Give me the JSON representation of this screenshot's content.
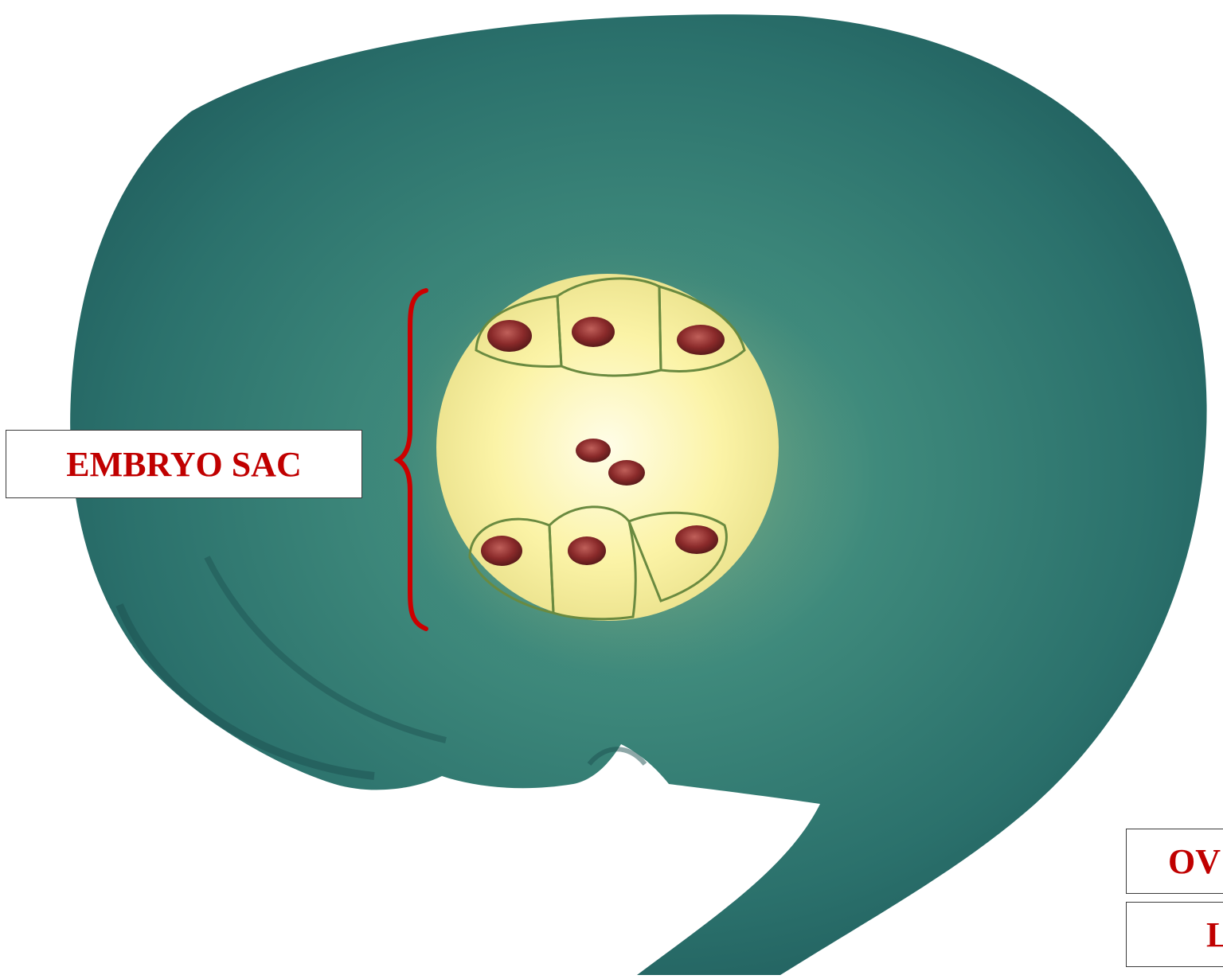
{
  "labels": {
    "embryo_sac": "EMBRYO SAC",
    "ovule_partial": "OV",
    "second_partial": "L"
  },
  "colors": {
    "tissue_dark": "#1f5c5c",
    "tissue_mid": "#2f7a73",
    "tissue_light": "#5fa08a",
    "sac_fill": "#fbf3a6",
    "sac_center": "#fffbe0",
    "cell_outline": "#6a8a40",
    "nucleus": "#8a2a2a",
    "label_text": "#c00000",
    "brace": "#cc0000"
  }
}
